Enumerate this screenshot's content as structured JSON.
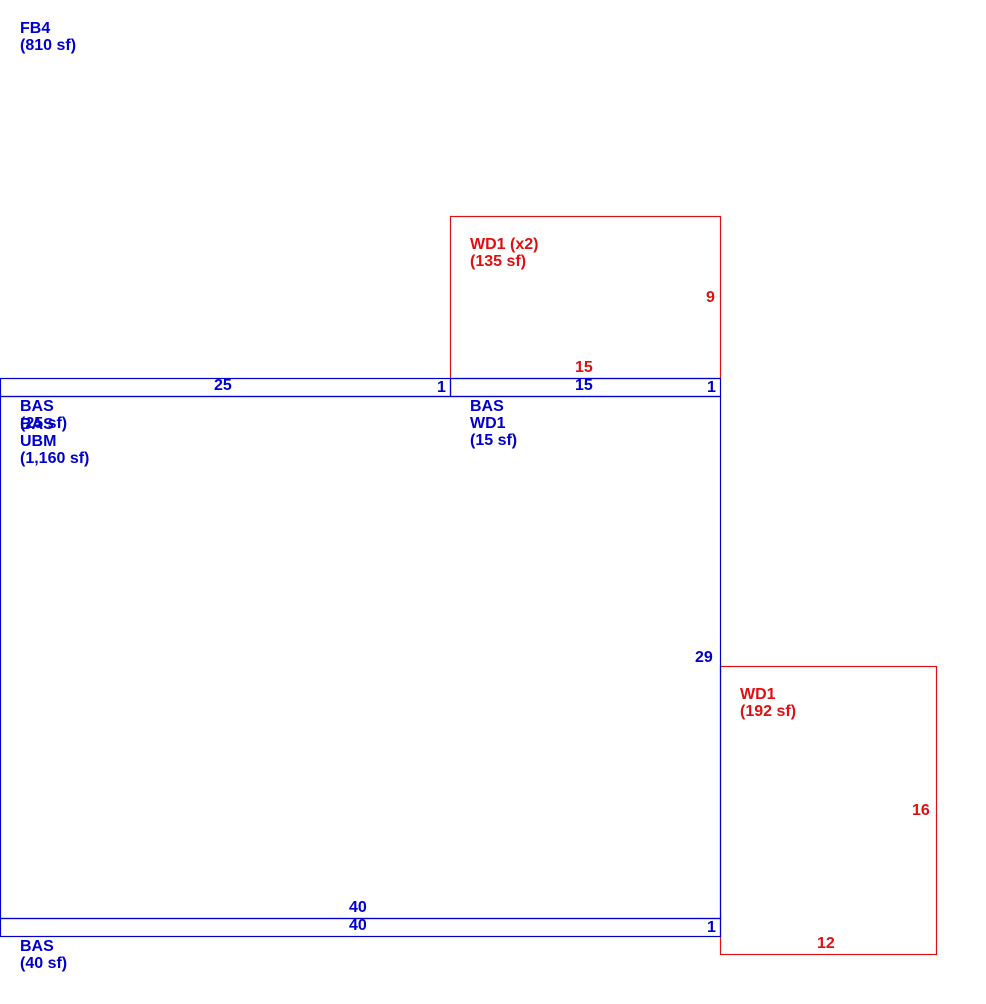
{
  "colors": {
    "base_area": "#0000cc",
    "deck": "#dd1111",
    "background": "#ffffff"
  },
  "areas": {
    "fb4": {
      "code": "FB4",
      "area": "(810 sf)"
    },
    "bas_top_left": {
      "code": "BAS",
      "area": "(25 sf)"
    },
    "bas_ubm": {
      "code": "BAS",
      "sub": "UBM",
      "area": "(1,160 sf)"
    },
    "bas_wd1": {
      "code": "BAS",
      "sub": "WD1",
      "area": "(15 sf)"
    },
    "bas_bottom": {
      "code": "BAS",
      "area": "(40 sf)"
    },
    "wd1_top": {
      "code": "WD1 (x2)",
      "area": "(135 sf)"
    },
    "wd1_right": {
      "code": "WD1",
      "area": "(192 sf)"
    }
  },
  "dimensions": {
    "top_strip_width": "25",
    "top_strip_depth": "1",
    "top_right_strip_width": "15",
    "top_right_strip_depth": "1",
    "upper_deck_width": "15",
    "upper_deck_depth": "9",
    "main_right_side": "29",
    "main_bottom": "40",
    "bottom_strip_width": "40",
    "bottom_strip_depth": "1",
    "right_deck_depth": "16",
    "right_deck_width": "12"
  }
}
